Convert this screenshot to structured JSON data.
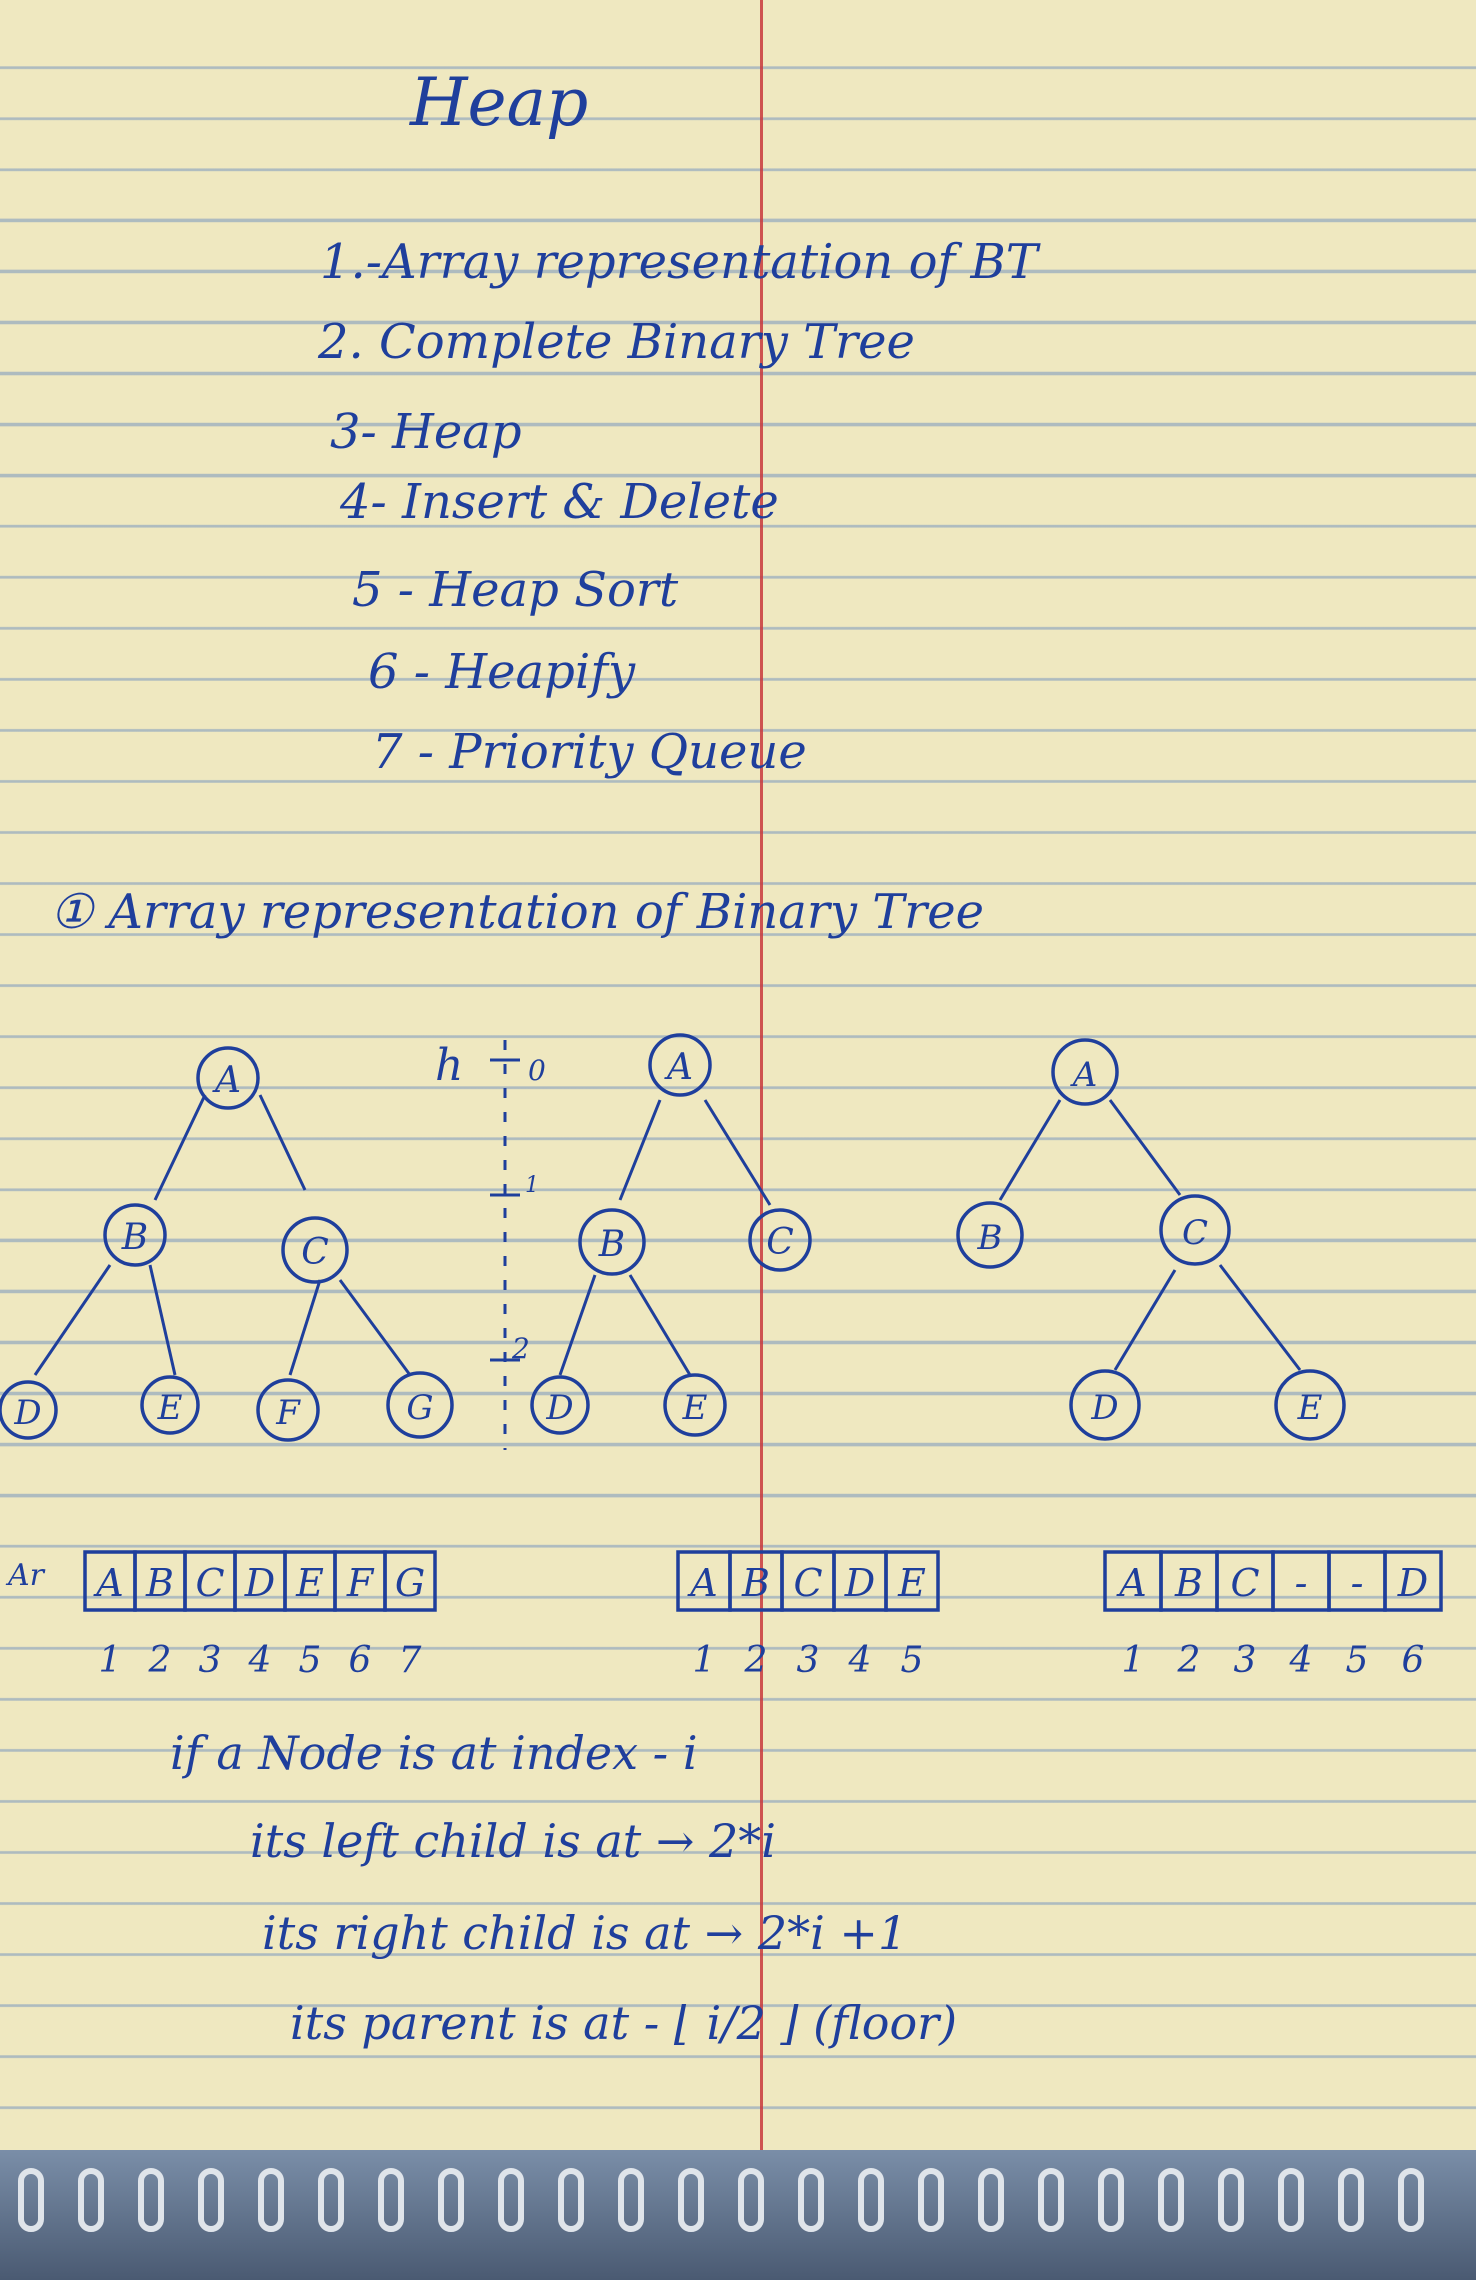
{
  "title": "Heap",
  "topics": [
    "1.-Array representation of BT",
    "2. Complete Binary Tree",
    "3- Heap",
    "4- Insert & Delete",
    "5 - Heap Sort",
    "6 - Heapify",
    "7 - Priority Queue"
  ],
  "section1": {
    "heading": "① Array representation of Binary Tree",
    "height_label": "h",
    "level_labels": [
      "0",
      "1",
      "2"
    ],
    "array_prefix": "Ar",
    "trees": [
      {
        "nodes": [
          "A",
          "B",
          "C",
          "D",
          "E",
          "F",
          "G"
        ],
        "array": [
          "A",
          "B",
          "C",
          "D",
          "E",
          "F",
          "G"
        ],
        "indices": [
          "1",
          "2",
          "3",
          "4",
          "5",
          "6",
          "7"
        ]
      },
      {
        "nodes": [
          "A",
          "B",
          "C",
          "D",
          "E"
        ],
        "array": [
          "A",
          "B",
          "C",
          "D",
          "E"
        ],
        "indices": [
          "1",
          "2",
          "3",
          "4",
          "5"
        ]
      },
      {
        "nodes": [
          "A",
          "B",
          "C",
          "D",
          "E"
        ],
        "array": [
          "A",
          "B",
          "C",
          "-",
          "-",
          "D"
        ],
        "indices": [
          "1",
          "2",
          "3",
          "4",
          "5",
          "6"
        ]
      }
    ],
    "rules": [
      "if a Node is at index - i",
      "its left child is at → 2*i",
      "its right child is at → 2*i +1",
      "its parent is at - ⌊ i/2 ⌋ (floor)"
    ]
  },
  "colors": {
    "ink": "#1f3f9c",
    "margin": "#c8383c",
    "rule_lines": "#7896be",
    "paper": "#efe8c0"
  }
}
